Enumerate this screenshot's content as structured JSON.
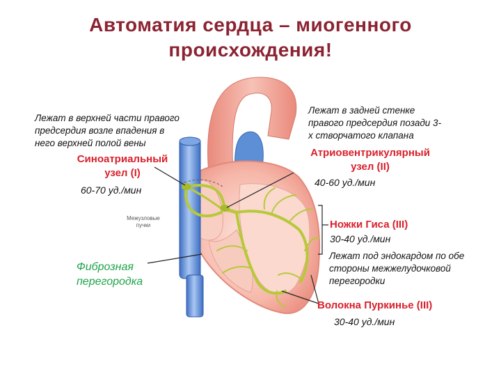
{
  "title": {
    "line1": "Автоматия сердца – миогенного",
    "line2": "происхождения!"
  },
  "notes": {
    "sa_location": "Лежат в верхней части правого предсердия возле впадения в него верхней полой вены",
    "av_location": "Лежат в задней стенке правого предсердия позади 3-х створчатого клапана",
    "his_location": "Лежат под эндокардом по обе стороны межжелудочковой перегородки"
  },
  "labels": {
    "sa_node": "Синоатриальный узел (I)",
    "av_node": "Атриовентрикулярный узел (II)",
    "his_legs": "Ножки Гиса (III)",
    "purkinje": "Волокна Пуркинье (III)",
    "fibrous_septum": "Фиброзная перегородка",
    "internodal_bundles": "Межузловые пучки"
  },
  "rates": {
    "sa": "60-70 уд./мин",
    "av": "40-60  уд./мин",
    "his": "30-40  уд./мин",
    "purkinje": "30-40  уд./мин"
  },
  "colors": {
    "title": "#8b2332",
    "red_label": "#d8202b",
    "green_label": "#1ea34a",
    "conduction": "#b7c93a",
    "myocardium": "#f3a89a",
    "vena_cava": "#5c8fd6"
  }
}
